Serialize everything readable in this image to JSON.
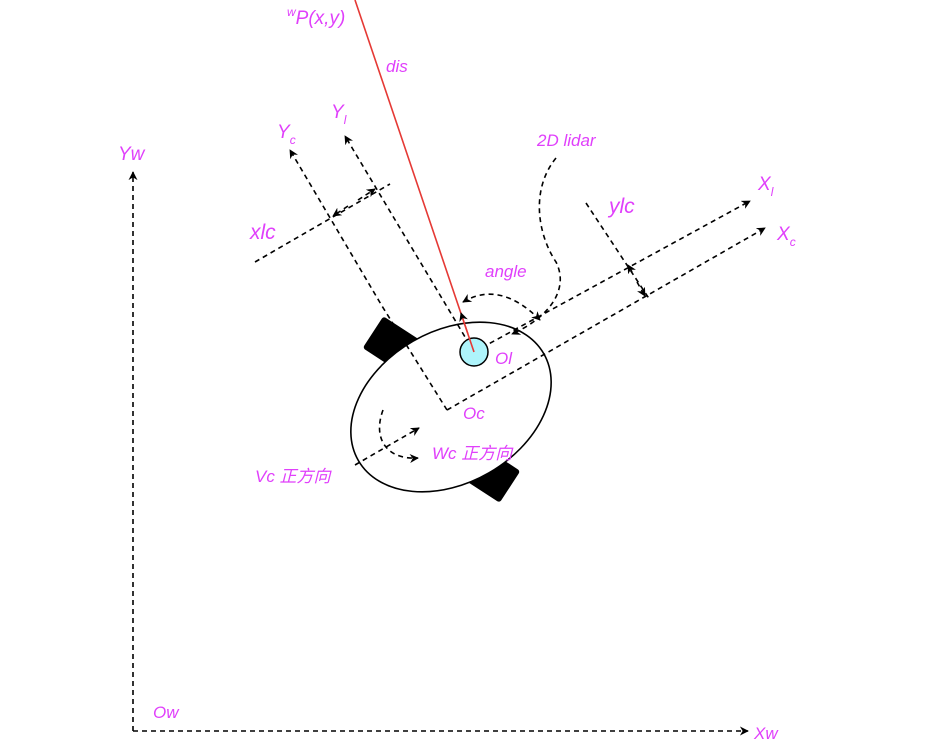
{
  "labels": {
    "point": "P(x,y)",
    "point_sup": "w",
    "dis": "dis",
    "yl_main": "Y",
    "yl_sub": "l",
    "yc_main": "Y",
    "yc_sub": "c",
    "lidar": "2D lidar",
    "yw": "Yw",
    "xl_main": "X",
    "xl_sub": "l",
    "ylc": "ylc",
    "xc_main": "X",
    "xc_sub": "c",
    "xlc": "xlc",
    "angle": "angle",
    "ol": "Ol",
    "oc": "Oc",
    "wc": "Wc 正方向",
    "vc": "Vc 正方向",
    "ow": "Ow",
    "xw": "Xw"
  },
  "colors": {
    "label": "#e040fb",
    "line_dis": "#e53935",
    "lidar_fill": "#aef4fb",
    "wheel": "#000000"
  }
}
